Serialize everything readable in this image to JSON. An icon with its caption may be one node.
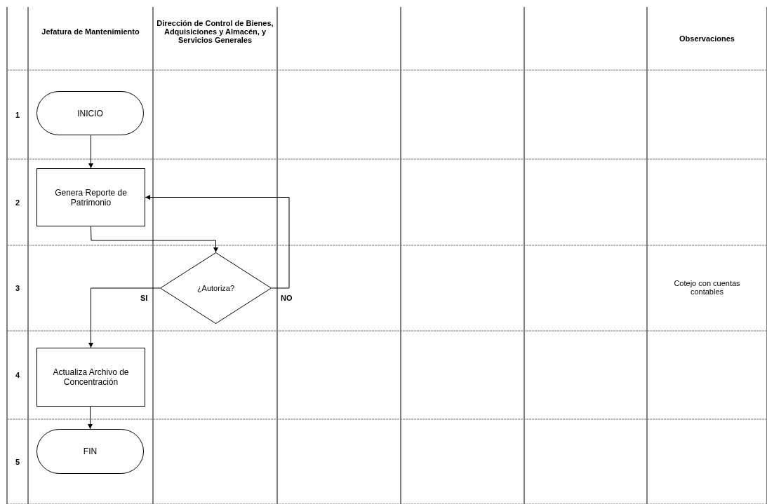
{
  "diagram": {
    "nodes": [
      {
        "text": [
          "INICIO"
        ]
      },
      {
        "text": [
          "Genera Reporte de Patrimonio"
        ]
      },
      {
        "text": [
          "¿Autoriza?"
        ]
      },
      {
        "text": [
          "Actualiza Archivo de Concentración"
        ]
      },
      {
        "text": [
          "FIN"
        ]
      }
    ],
    "edges": [
      {
        "from": 0,
        "to": 1,
        "arrow": "to"
      },
      {
        "from": 1,
        "to": 2,
        "arrow": "to"
      },
      {
        "from": 2,
        "to": 1,
        "arrow": "to",
        "label": "NO"
      },
      {
        "from": 2,
        "to": 3,
        "arrow": "to",
        "label": "SI"
      },
      {
        "from": 3,
        "to": 4,
        "arrow": "to"
      }
    ],
    "labels": [
      "Jefatura de Mantenimiento",
      "Dirección de Control de Bienes, Adquisiciones y Almacén, y Servicios Generales",
      "Observaciones",
      "1",
      "2",
      "3",
      "Cotejo con cuentas contables",
      "4",
      "5"
    ]
  }
}
